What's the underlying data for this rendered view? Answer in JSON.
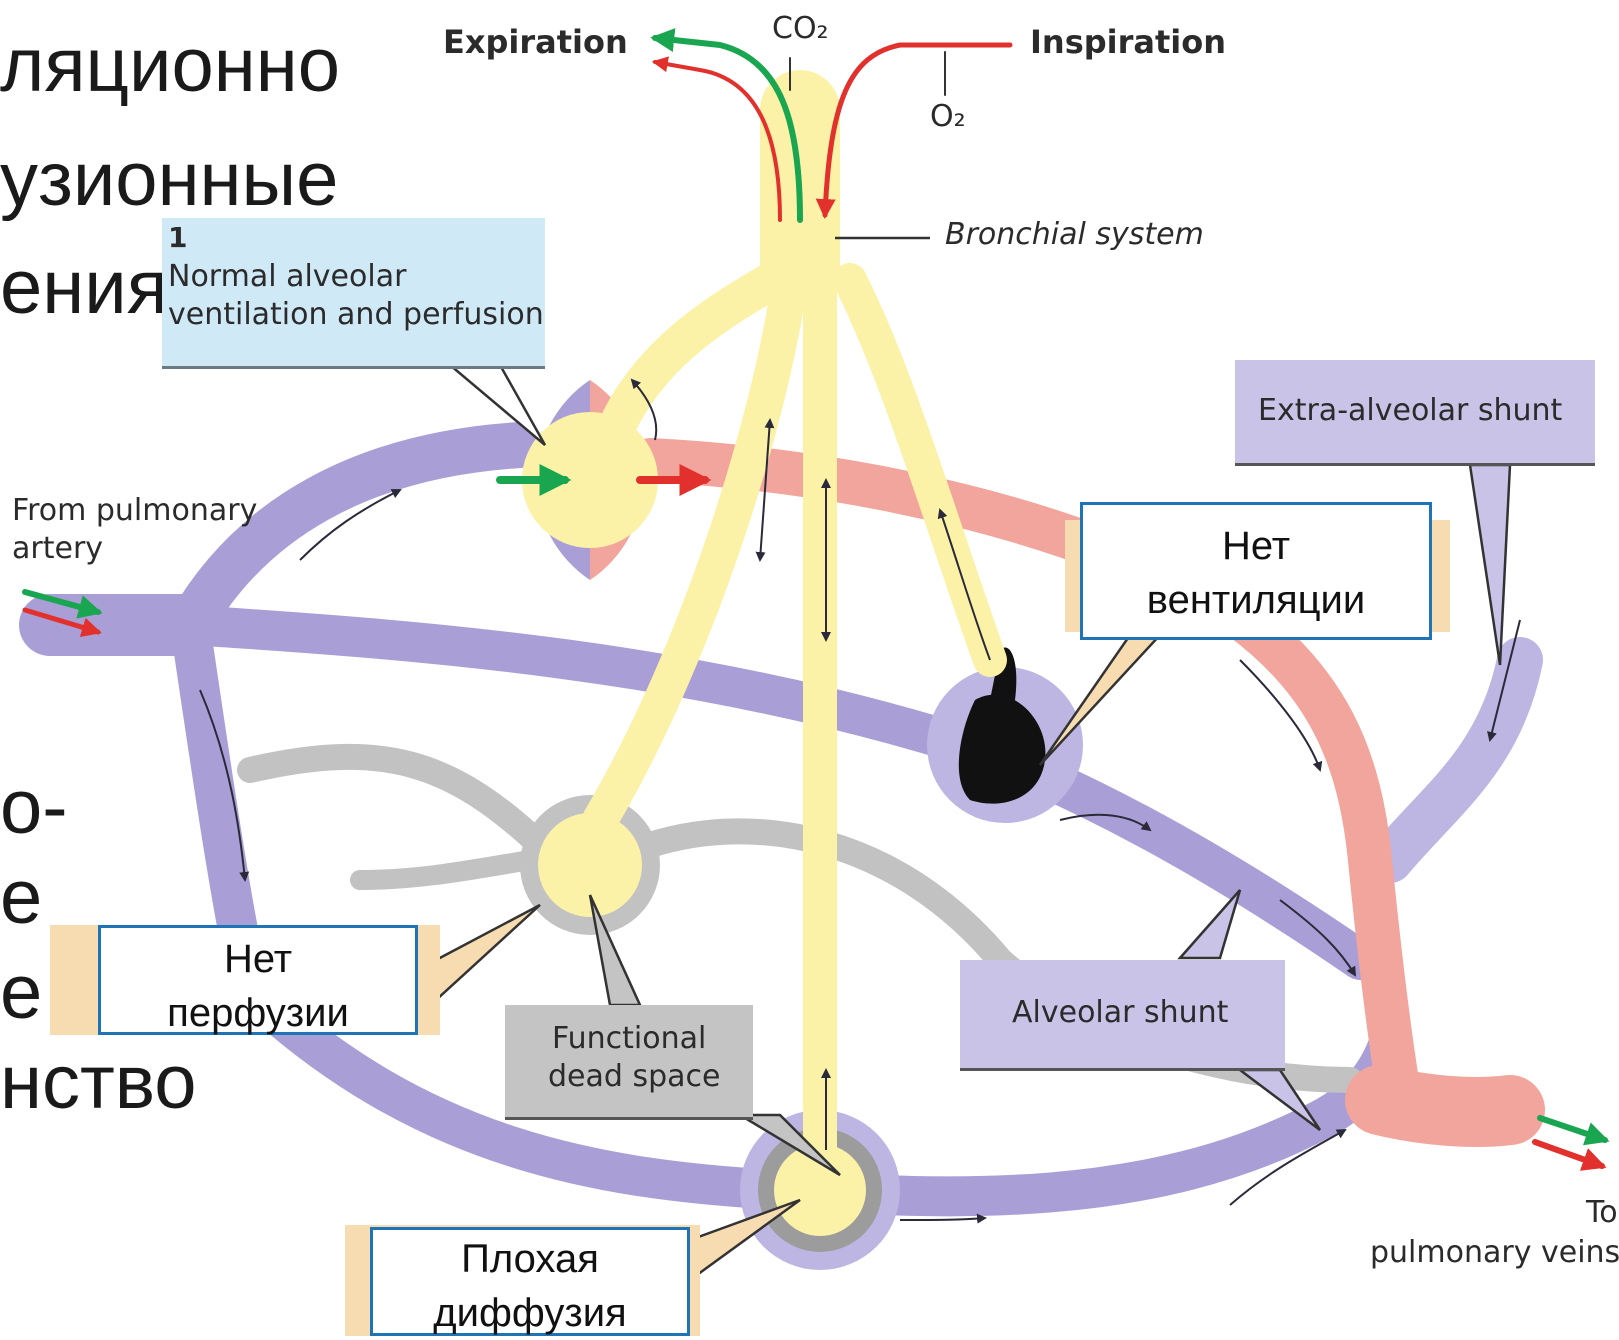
{
  "slide_text": {
    "lines": [
      "ляционно",
      "узионные",
      "ения",
      "о-",
      "е",
      "е",
      "нство"
    ]
  },
  "labels": {
    "expiration": "Expiration",
    "inspiration": "Inspiration",
    "co2": "CO₂",
    "o2": "O₂",
    "bronchial_system": "Bronchial system",
    "normal_number": "1",
    "normal_line1": "Normal alveolar",
    "normal_line2": "ventilation and perfusion",
    "extra_alveolar_shunt": "Extra-alveolar shunt",
    "from_pulmonary_artery_line1": "From pulmonary",
    "from_pulmonary_artery_line2": "artery",
    "functional_dead_space_line1": "Functional",
    "functional_dead_space_line2": "dead space",
    "alveolar_shunt": "Alveolar shunt",
    "to_pulmonary_veins_line1": "To",
    "to_pulmonary_veins_line2": "pulmonary veins"
  },
  "ru_boxes": {
    "no_ventilation_line1": "Нет",
    "no_ventilation_line2": "вентиляции",
    "no_perfusion_line1": "Нет",
    "no_perfusion_line2": "перфузии",
    "poor_diffusion_line1": "Плохая",
    "poor_diffusion_line2": "диффузия"
  },
  "colors": {
    "venous": "#a99fd6",
    "venous_light": "#bdb5e2",
    "arterial": "#f2a59c",
    "airway": "#fbf2a8",
    "dead_gray": "#c2c2c2",
    "co2_green": "#1aa650",
    "o2_red": "#e2312c",
    "box_blue": "#1f73b7"
  }
}
